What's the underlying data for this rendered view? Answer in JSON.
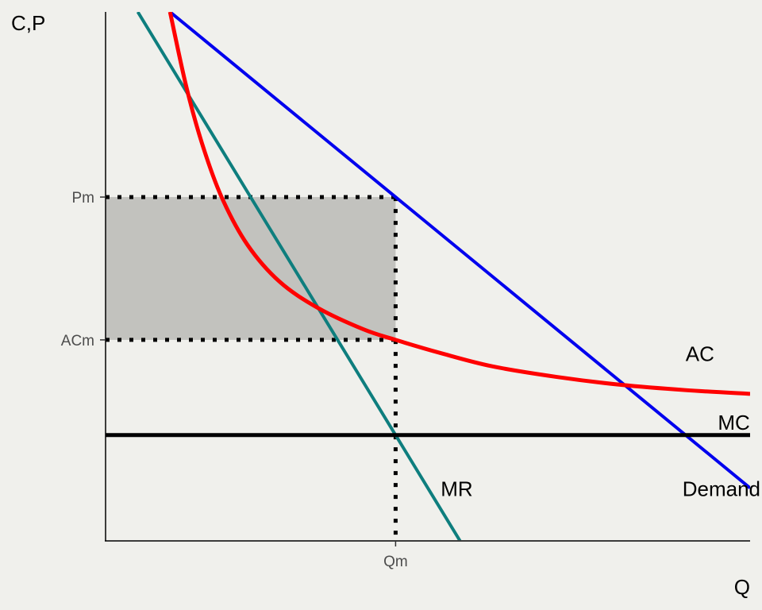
{
  "chart_data": {
    "type": "line",
    "title": "",
    "xlabel": "Q",
    "ylabel": "C,P",
    "xlim": [
      0,
      10
    ],
    "ylim": [
      0,
      10
    ],
    "grid": false,
    "x_ticks": [
      {
        "label": "Qm",
        "value": 4.5
      }
    ],
    "y_ticks": [
      {
        "label": "Pm",
        "value": 6.5
      },
      {
        "label": "ACm",
        "value": 3.8
      }
    ],
    "profit_region": {
      "x": [
        0,
        4.5
      ],
      "y": [
        3.8,
        6.5
      ],
      "color": "#c2c2be"
    },
    "series": [
      {
        "name": "Demand",
        "color": "#0000ee",
        "width": 4,
        "points": [
          [
            1,
            10
          ],
          [
            4.5,
            6.5
          ],
          [
            10,
            1
          ]
        ],
        "label": "Demand",
        "label_at": [
          8.95,
          0.85
        ]
      },
      {
        "name": "MR",
        "color": "#0e7e7e",
        "width": 4,
        "points": [
          [
            0.5,
            10
          ],
          [
            4.5,
            2
          ],
          [
            5.5,
            0
          ]
        ],
        "label": "MR",
        "label_at": [
          5.2,
          0.85
        ]
      },
      {
        "name": "AC",
        "color": "#ff0000",
        "width": 5,
        "points": [
          [
            1,
            10
          ],
          [
            1.25,
            8.6
          ],
          [
            1.5,
            7.5
          ],
          [
            1.8,
            6.5
          ],
          [
            2.2,
            5.6
          ],
          [
            2.7,
            4.9
          ],
          [
            3.3,
            4.4
          ],
          [
            4.0,
            4.0
          ],
          [
            4.5,
            3.8
          ],
          [
            5.2,
            3.55
          ],
          [
            6.0,
            3.3
          ],
          [
            7.0,
            3.1
          ],
          [
            8.0,
            2.95
          ],
          [
            9.0,
            2.85
          ],
          [
            10,
            2.78
          ]
        ],
        "label": "AC",
        "label_at": [
          9.0,
          3.4
        ]
      },
      {
        "name": "MC",
        "color": "#000000",
        "width": 5,
        "points": [
          [
            0,
            2
          ],
          [
            10,
            2
          ]
        ],
        "label": "MC",
        "label_at": [
          9.5,
          2.1
        ]
      }
    ],
    "guides": [
      {
        "points": [
          [
            0,
            6.5
          ],
          [
            4.5,
            6.5
          ]
        ]
      },
      {
        "points": [
          [
            0,
            3.8
          ],
          [
            4.5,
            3.8
          ]
        ]
      },
      {
        "points": [
          [
            4.5,
            6.5
          ],
          [
            4.5,
            0
          ]
        ]
      }
    ]
  }
}
